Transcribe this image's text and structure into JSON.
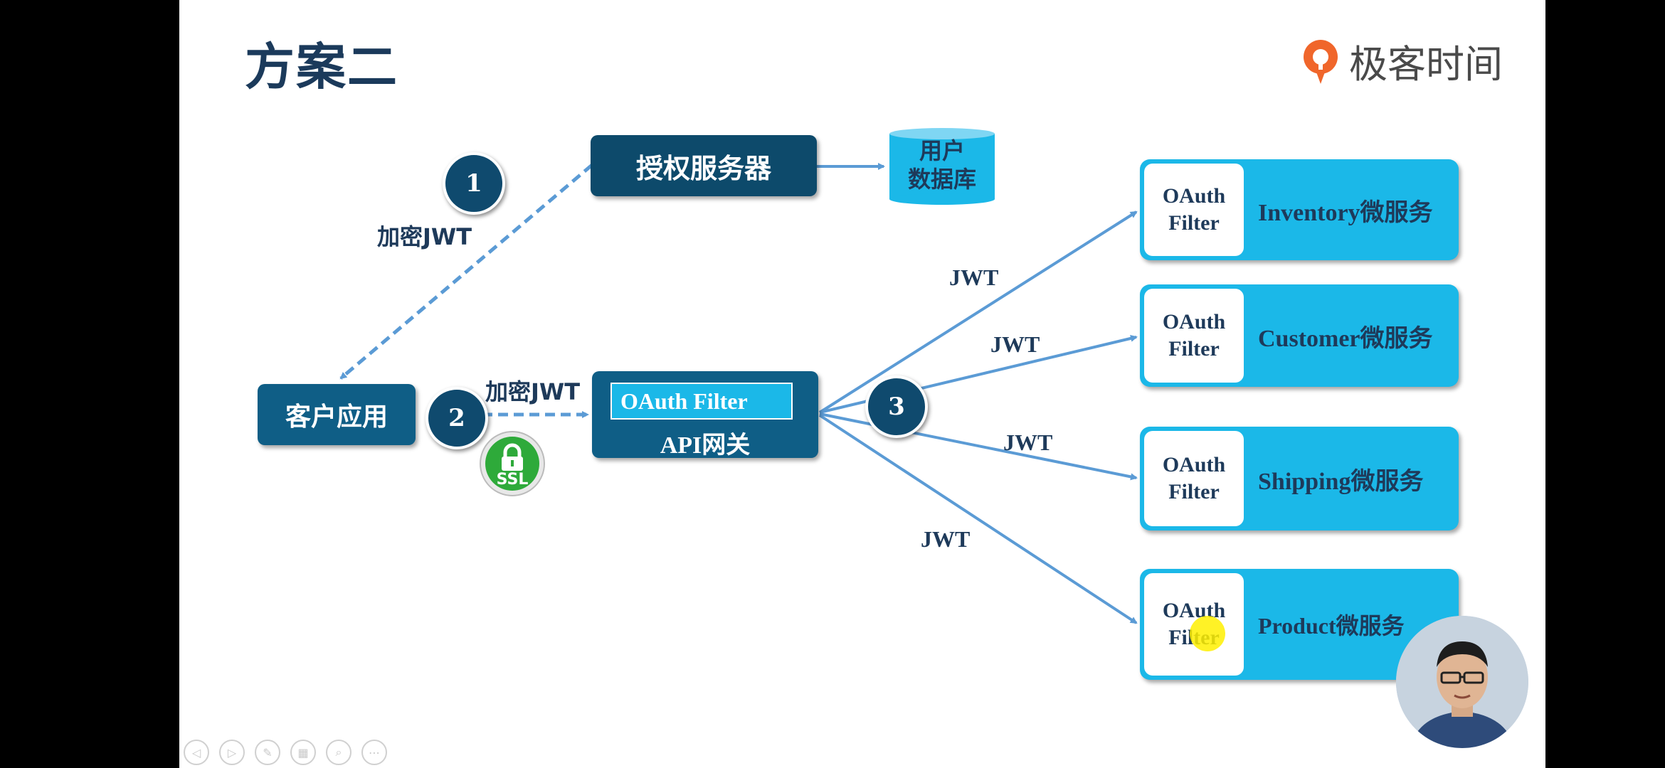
{
  "slide": {
    "title": "方案二",
    "logo_text": "极客时间"
  },
  "nodes": {
    "auth_server": "授权服务器",
    "user_db_line1": "用户",
    "user_db_line2": "数据库",
    "client_app": "客户应用",
    "gateway_filter": "OAuth Filter",
    "gateway_name": "API网关",
    "ssl_badge": "SSL"
  },
  "steps": {
    "step1": "1",
    "step2": "2",
    "step3": "3"
  },
  "labels": {
    "encrypted_jwt_1": "加密JWT",
    "encrypted_jwt_2": "加密JWT",
    "jwt_a": "JWT",
    "jwt_b": "JWT",
    "jwt_c": "JWT",
    "jwt_d": "JWT"
  },
  "services": [
    {
      "filter_line1": "OAuth",
      "filter_line2": "Filter",
      "name": "Inventory微服务"
    },
    {
      "filter_line1": "OAuth",
      "filter_line2": "Filter",
      "name": "Customer微服务"
    },
    {
      "filter_line1": "OAuth",
      "filter_line2": "Filter",
      "name": "Shipping微服务"
    },
    {
      "filter_line1": "OAuth",
      "filter_line2": "Filter",
      "name": "Product微服务"
    }
  ],
  "colors": {
    "box_dark": "#0f5e86",
    "service_cyan": "#1bb8e8",
    "arrow": "#5b9bd5",
    "title": "#1b3a5b",
    "logo_orange": "#f0662b",
    "ssl_green": "#2eaa3a"
  },
  "icons": [
    "logo-icon",
    "lock-icon",
    "presenter-video",
    "player-toolbar-icons"
  ]
}
